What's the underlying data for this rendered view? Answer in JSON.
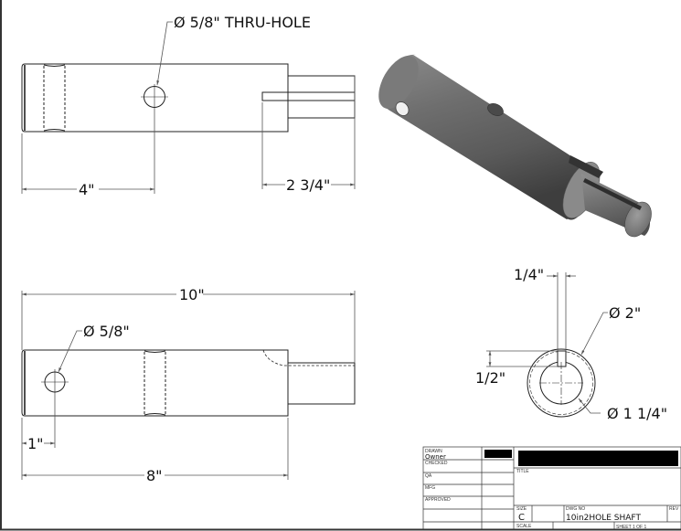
{
  "drawing": {
    "units": "inches",
    "top_view": {
      "hole_callout": "Ø 5/8\" THRU-HOLE",
      "dim_hole_position": "4\"",
      "dim_keyway_length": "2 3/4\""
    },
    "iso_view": {
      "description": "shaded isometric view of shaft"
    },
    "side_view": {
      "dim_overall_length": "10\"",
      "hole_callout": "Ø 5/8\"",
      "dim_hole_offset": "1\"",
      "dim_body_length": "8\""
    },
    "end_view": {
      "dim_keyway_width": "1/4\"",
      "dim_outer_diameter": "Ø 2\"",
      "dim_keyway_depth": "1/2\"",
      "dim_inner_diameter": "Ø 1 1/4\""
    }
  },
  "title_block": {
    "labels": {
      "drawn": "DRAWN",
      "checked": "CHECKED",
      "qa": "QA",
      "mfg": "MFG",
      "approved": "APPROVED",
      "title": "TITLE",
      "size": "SIZE",
      "dwg_no": "DWG NO",
      "rev": "REV",
      "scale": "SCALE"
    },
    "drawn_by": "Owner",
    "size": "C",
    "dwg_no": "10in2HOLE SHAFT",
    "sheet": "SHEET 1  OF 1",
    "redacted_fields": 2
  },
  "colors": {
    "line": "#222222",
    "dim_line": "#555555",
    "shaft_shade_dark": "#4a4a4a",
    "shaft_shade_light": "#9a9a9a",
    "redaction": "#000000",
    "frame": "#333333"
  }
}
